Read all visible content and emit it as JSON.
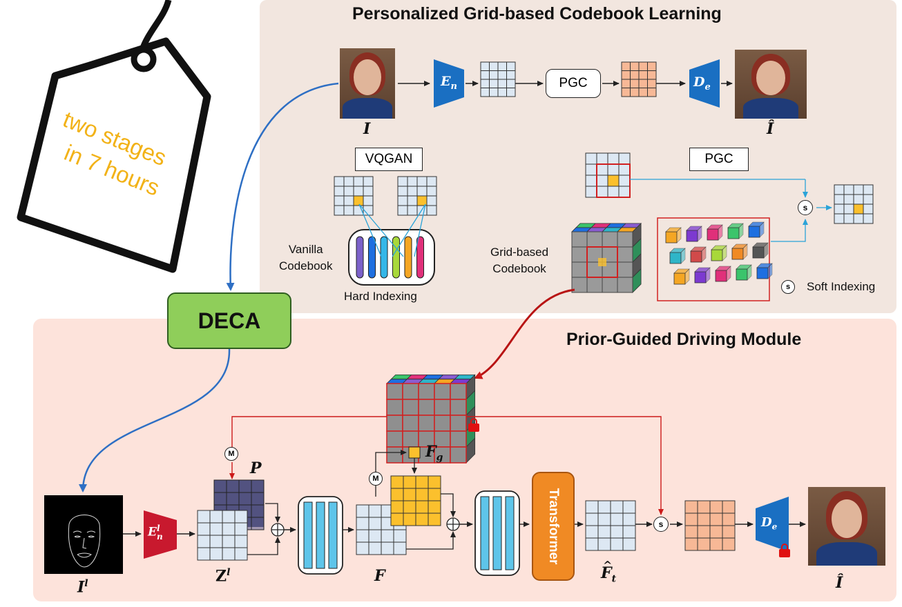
{
  "top_panel": {
    "title": "Personalized Grid-based Codebook Learning",
    "input_label": "I",
    "output_label": "Î",
    "encoder_label": "E",
    "encoder_sub": "n",
    "decoder_label": "D",
    "decoder_sub": "e",
    "pgc_box": "PGC",
    "vqgan_box": "VQGAN",
    "pgc_box_2": "PGC",
    "vanilla_codebook": [
      "Vanilla",
      "Codebook"
    ],
    "hard_indexing": "Hard Indexing",
    "grid_codebook": [
      "Grid-based",
      "Codebook"
    ],
    "soft_indexing_symbol": "s",
    "soft_indexing": "Soft Indexing"
  },
  "tag": {
    "line1": "two stages",
    "line2": "in 7 hours"
  },
  "deca_label": "DECA",
  "bottom_panel": {
    "title": "Prior-Guided Driving Module",
    "input_label": "I",
    "input_sup": "l",
    "encoder_label": "E",
    "encoder_sub": "n",
    "encoder_sup": "l",
    "z_label": "Z",
    "z_sup": "l",
    "p_label": "P",
    "f_label": "F",
    "fg_label": "F",
    "fg_sub": "g",
    "ft_label": "F",
    "ft_sub": "t",
    "transformer": "Transformer",
    "decoder_label": "D",
    "decoder_sub": "e",
    "output_label": "Î",
    "m_symbol": "M",
    "s_symbol": "s"
  },
  "colors": {
    "top_panel_bg": "#f2e6df",
    "bottom_panel_bg": "#fde3db",
    "grid_cell": "#dde8f3",
    "pgc_grid": "#f7b896",
    "feature_yellow": "#fbc02d",
    "encoder_blue": "#1a6fc2",
    "encoder_red": "#c8192e",
    "deca_green": "#8fce5a",
    "transformer_orange": "#f08a24",
    "arrow_blue": "#2e6fc4",
    "arrow_red": "#cc1a1a"
  }
}
